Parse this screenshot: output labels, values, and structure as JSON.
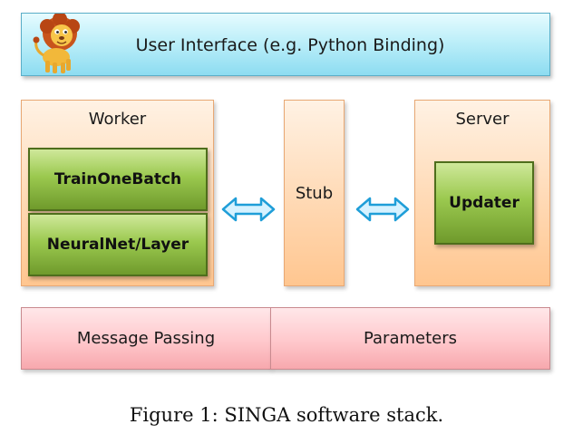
{
  "user_interface": {
    "label": "User Interface (e.g. Python Binding)",
    "logo_icon": "lion-mascot-icon"
  },
  "worker": {
    "title": "Worker",
    "modules": [
      "TrainOneBatch",
      "NeuralNet/Layer"
    ]
  },
  "stub": {
    "label": "Stub"
  },
  "server": {
    "title": "Server",
    "module": "Updater"
  },
  "arrows": [
    "bidirectional-arrow-icon",
    "bidirectional-arrow-icon"
  ],
  "bottom_bar": {
    "left": "Message Passing",
    "right": "Parameters"
  },
  "caption": "Figure 1: SINGA software stack.",
  "colors": {
    "ui_fill": "#bdeff9",
    "panel_fill": "#ffd9b4",
    "module_fill": "#9bc94f",
    "bar_fill": "#ffc8cc",
    "arrow_fill": "#d6f2ff",
    "arrow_stroke": "#1f9ed8"
  }
}
